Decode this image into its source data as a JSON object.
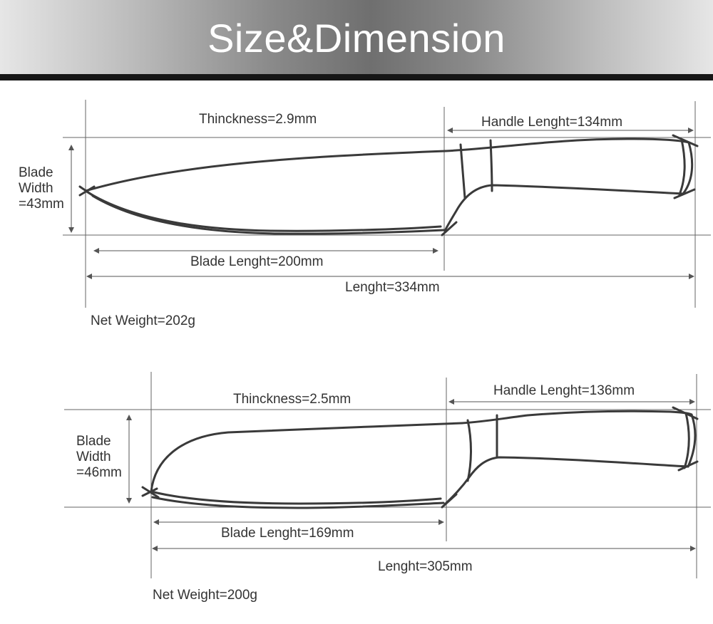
{
  "title": "Size&Dimension",
  "knives": [
    {
      "thickness": "Thinckness=2.9mm",
      "handle_length": "Handle Lenght=134mm",
      "blade_width": [
        "Blade",
        "Width",
        "=43mm"
      ],
      "blade_length": "Blade Lenght=200mm",
      "total_length": "Lenght=334mm",
      "net_weight": "Net Weight=202g"
    },
    {
      "thickness": "Thinckness=2.5mm",
      "handle_length": "Handle Lenght=136mm",
      "blade_width": [
        "Blade",
        "Width",
        "=46mm"
      ],
      "blade_length": "Blade Lenght=169mm",
      "total_length": "Lenght=305mm",
      "net_weight": "Net Weight=200g"
    }
  ],
  "colors": {
    "outline": "#3a3a3a",
    "dimension_line": "#555555",
    "text": "#333333"
  }
}
